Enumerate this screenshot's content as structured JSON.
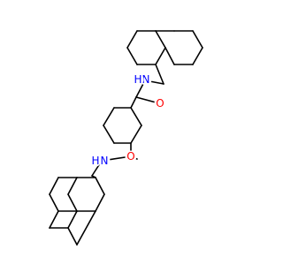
{
  "molecule": {
    "atoms": [
      {
        "id": "o1",
        "symbol": "O",
        "color": "#ff0000"
      },
      {
        "id": "n1",
        "symbol": "N",
        "color": "#0000ff"
      },
      {
        "id": "h1",
        "symbol": "H",
        "color": "#0000ff"
      },
      {
        "id": "o2",
        "symbol": "O",
        "color": "#ff0000"
      },
      {
        "id": "n2",
        "symbol": "N",
        "color": "#0000ff"
      },
      {
        "id": "h2",
        "symbol": "H",
        "color": "#0000ff"
      }
    ],
    "bond_color": "#000000"
  }
}
